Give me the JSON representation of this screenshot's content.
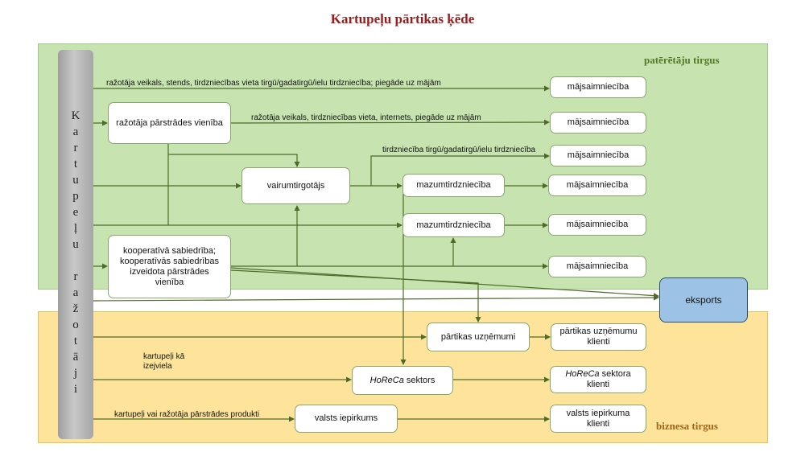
{
  "title": "Kartupeļu pārtikas ķēde",
  "regions": {
    "consumer_market": "patērētāju tirgus",
    "business_market": "biznesa tirgus"
  },
  "producers": "K\na\nr\nt\nu\np\ne\nļ\nu\n\nr\na\nž\no\nt\nā\nj\ni",
  "nodes": {
    "processing_unit": "ražotāja pārstrādes vienība",
    "wholesaler": "vairumtirgotājs",
    "retail_1": "mazumtirdzniecība",
    "retail_2": "mazumtirdzniecība",
    "cooperative": "kooperatīvā sabiedrība; kooperatīvās sabiedrības izveidota pārstrādes vienība",
    "export": "eksports",
    "food_companies": "pārtikas uzņēmumi",
    "horeca_name": "HoReCa",
    "horeca_rest": " sektors",
    "public_procurement": "valsts iepirkums"
  },
  "households": [
    "mājsaimniecība",
    "mājsaimniecība",
    "mājsaimniecība",
    "mājsaimniecība",
    "mājsaimniecība",
    "mājsaimniecība"
  ],
  "clients": {
    "food_company_clients": "pārtikas uzņēmumu klienti",
    "horeca_clients_name": "HoReCa",
    "horeca_clients_rest": " sektora klienti",
    "procurement_clients": "valsts iepirkuma klienti"
  },
  "edge_labels": {
    "direct_sales": "ražotāja veikals, stends, tirdzniecības vieta tirgū/gadatirgū/ielu tirdzniecība; piegāde uz mājām",
    "processor_sales": "ražotāja veikals, tirdzniecības vieta, internets, piegāde uz mājām",
    "market_trade": "tirdzniecība tirgū/gadatirgū/ielu tirdzniecība",
    "raw_material": "kartupeļi kā izejviela",
    "products": "kartupeļi vai ražotāja pārstrādes produkti"
  },
  "colors": {
    "title": "#9b1c1c",
    "consumer_bg": "#c7e4b0",
    "business_bg": "#fde49a",
    "arrow": "#4e6b2a",
    "export_bg": "#9cc3e6"
  }
}
